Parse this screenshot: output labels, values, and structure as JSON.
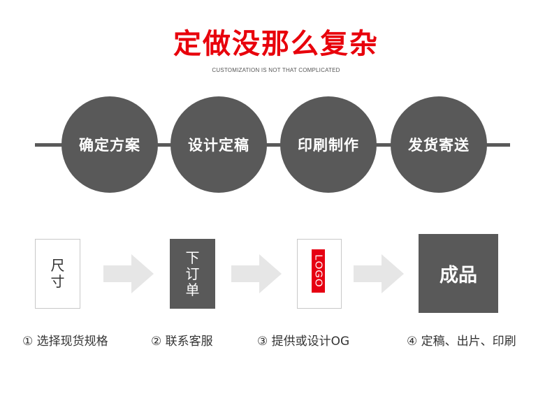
{
  "header": {
    "title": "定做没那么复杂",
    "subtitle": "CUSTOMIZATION IS NOT THAT COMPLICATED"
  },
  "steps": [
    {
      "label": "确定方案"
    },
    {
      "label": "设计定稿"
    },
    {
      "label": "印刷制作"
    },
    {
      "label": "发货寄送"
    }
  ],
  "process": {
    "box1_chars": [
      "尺",
      "寸"
    ],
    "box2_chars": [
      "下",
      "订",
      "单"
    ],
    "logo_text": "LOGO",
    "final_label": "成品"
  },
  "captions": [
    "① 选择现货规格",
    "② 联系客服",
    "③ 提供或设计OG",
    "④ 定稿、出片、印刷"
  ],
  "colors": {
    "accent_red": "#e8000b",
    "circle_gray": "#595959",
    "arrow_gray": "#e6e6e6"
  }
}
